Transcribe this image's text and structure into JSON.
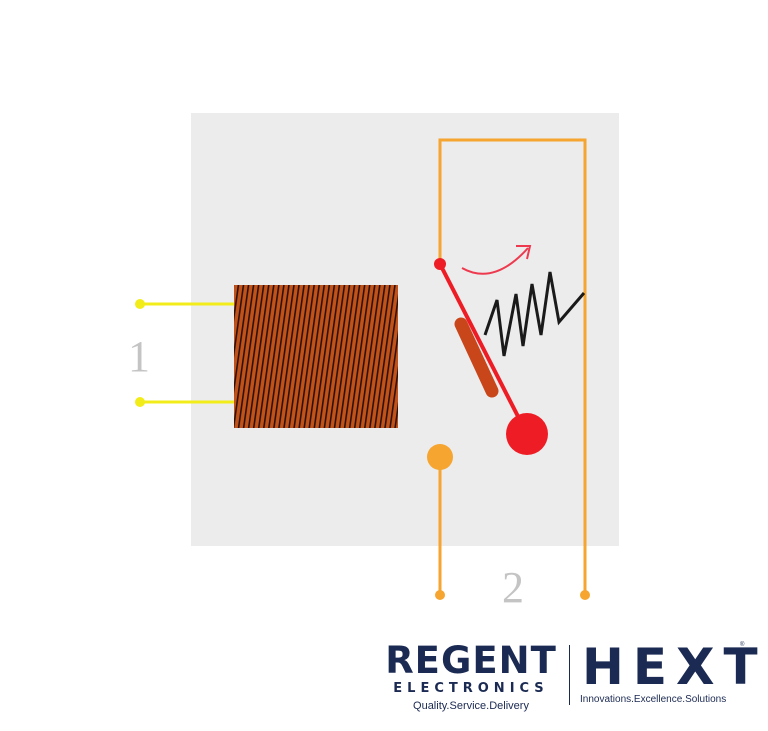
{
  "diagram": {
    "label_coil_terminals": "1",
    "label_switch_terminals": "2",
    "colors": {
      "panel": "#ececec",
      "coil_wire": "#f2ec1a",
      "coil_fill": "#c2521a",
      "switch_circuit": "#f5a530",
      "armature": "#ee1c24",
      "spring": "#1a1a1a",
      "motion_arrow": "#ee3a4f"
    }
  },
  "branding": {
    "regent": {
      "name": "REGENT",
      "subtitle": "ELECTRONICS",
      "tagline": "Quality.Service.Delivery"
    },
    "hext": {
      "name": "HEXT",
      "registered_mark": "®",
      "tagline": "Innovations.Excellence.Solutions"
    }
  }
}
